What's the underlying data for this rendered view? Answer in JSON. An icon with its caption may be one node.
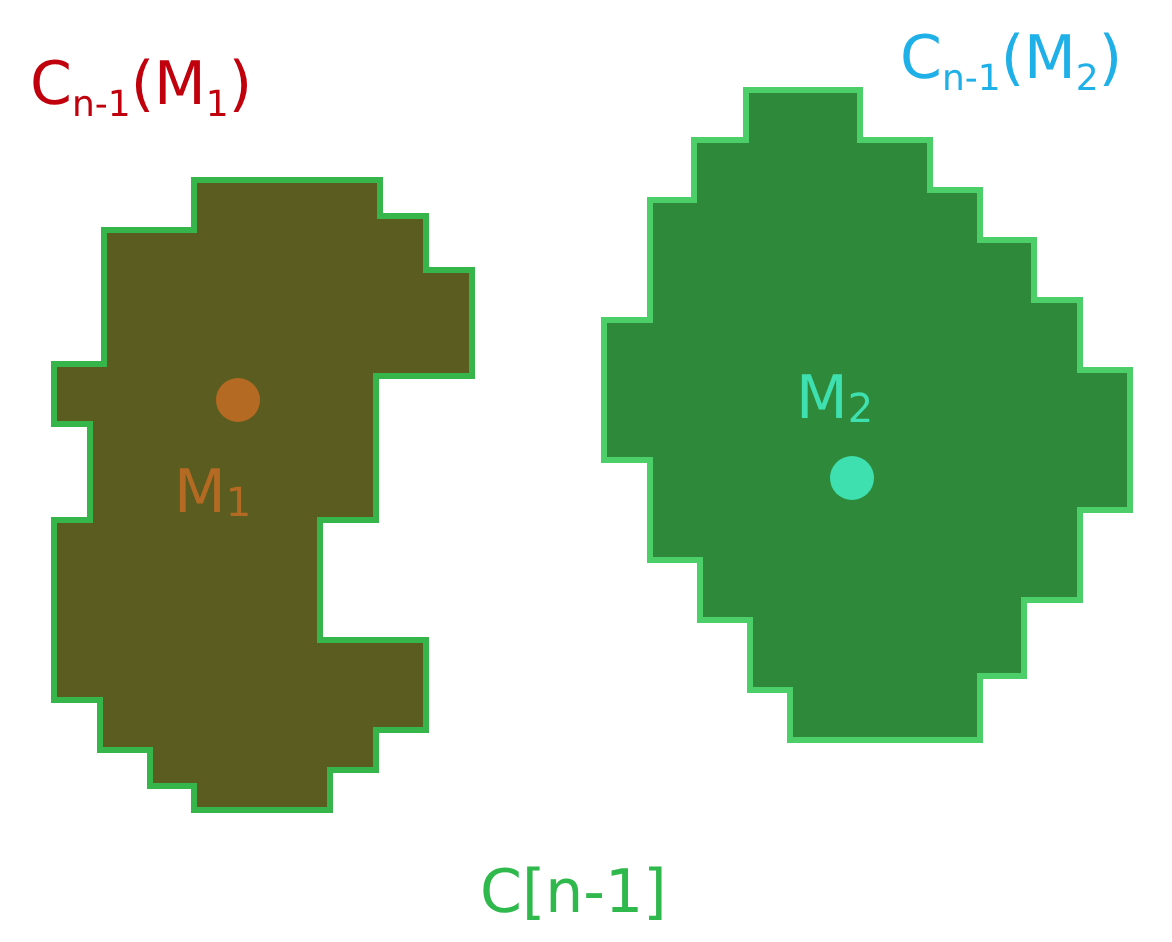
{
  "diagram": {
    "nodes": [
      {
        "text": [
          "C$_{n-1}$(M$_{1}$)",
          "M$_{1}$"
        ]
      },
      {
        "text": [
          "C$_{n-1}$(M$_{2}$)",
          "M$_{2}$"
        ]
      }
    ],
    "labels": [
      "C[n-1]"
    ]
  }
}
